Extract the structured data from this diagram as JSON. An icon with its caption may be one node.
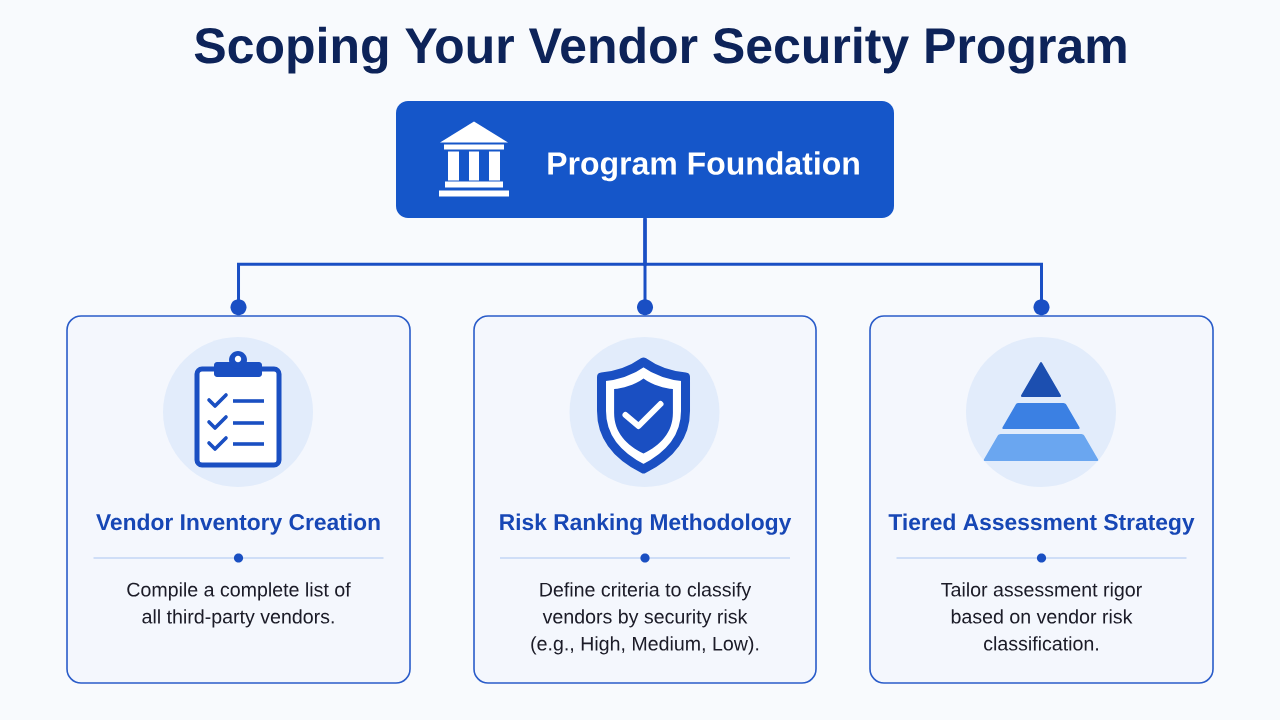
{
  "diagram": {
    "title": "Scoping Your Vendor Security Program",
    "nodes": [
      {
        "text": [
          "Program Foundation"
        ]
      },
      {
        "text": [
          "Vendor Inventory Creation",
          "Compile a complete list of all third-party vendors."
        ]
      },
      {
        "text": [
          "Risk Ranking Methodology",
          "Define criteria to classify vendors by security risk (e.g., High, Medium, Low)."
        ]
      },
      {
        "text": [
          "Tiered Assessment Strategy",
          "Tailor assessment rigor based on vendor risk classification."
        ]
      }
    ],
    "edges": [
      {
        "from": 0,
        "to": 1,
        "arrow": "other"
      },
      {
        "from": 0,
        "to": 2,
        "arrow": "other"
      },
      {
        "from": 0,
        "to": 3,
        "arrow": "other"
      }
    ]
  }
}
